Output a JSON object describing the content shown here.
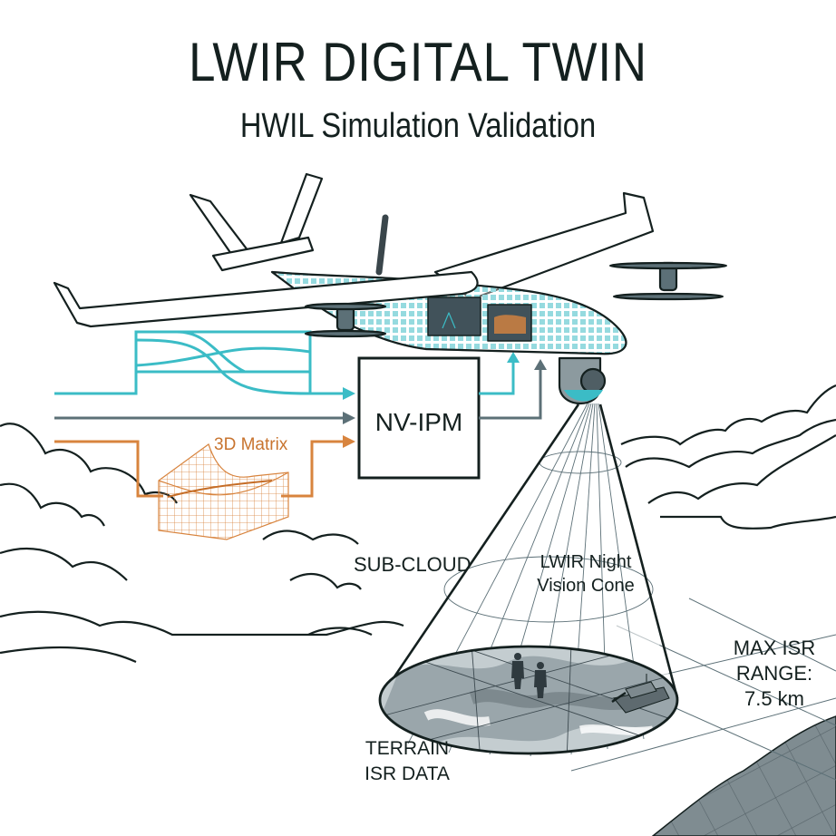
{
  "header": {
    "title": "LWIR DIGITAL TWIN",
    "subtitle": "HWIL Simulation Validation"
  },
  "diagram": {
    "processor_box": "NV-IPM",
    "matrix_label": "3D Matrix",
    "cloud_label": "SUB-CLOUD",
    "cone_label_line1": "LWIR Night",
    "cone_label_line2": "Vision Cone",
    "range_label_line1": "MAX ISR",
    "range_label_line2": "RANGE:",
    "range_value": "7.5 km",
    "terrain_label_line1": "TERRAIN",
    "terrain_label_line2": "ISR DATA"
  },
  "colors": {
    "ink": "#14201f",
    "teal": "#3bbcc6",
    "slate": "#5c7077",
    "orange": "#d8843e",
    "terrain_gray": "#7f8c91"
  },
  "icons": [
    "uav-aircraft-icon",
    "propeller-icon",
    "thermal-camera-gimbal-icon",
    "soldier-icon",
    "tank-icon",
    "cloud-icon",
    "arrow-right-icon",
    "arrow-up-icon"
  ]
}
